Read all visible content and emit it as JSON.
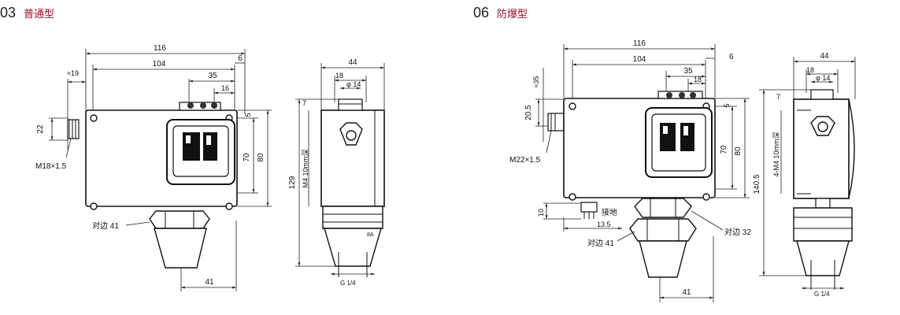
{
  "variants": [
    {
      "number": "03",
      "name": "普通型",
      "color": "#a0102a",
      "front_view": {
        "width_total": "116",
        "width_inner": "104",
        "offset_right": "6",
        "knob_span": "35",
        "knob_small": "16",
        "left_offset": "≈19",
        "port_height": "22",
        "thread": "M18×1.5",
        "height_inner": "70",
        "height_total": "80",
        "top_small": "5",
        "hex_label": "对边 41",
        "bottom_width": "41"
      },
      "side_view": {
        "width": "44",
        "dia_outer": "18",
        "dia_inner": "φ 14",
        "top": "7",
        "total_height": "129",
        "screw": "M4 10mm深",
        "thread": "G 1/4",
        "mark": "8A"
      }
    },
    {
      "number": "06",
      "name": "防爆型",
      "color": "#a0102a",
      "front_view": {
        "width_total": "116",
        "width_inner": "104",
        "offset_right": "6",
        "knob_span": "35",
        "knob_small": "18",
        "left_offset": "≈35",
        "port_height": "20.5",
        "thread": "M22×1.5",
        "height_inner": "70",
        "height_total": "80",
        "top_small": "5",
        "ground_label": "接地",
        "ground_h": "10",
        "ground_w": "13.5",
        "hex_label_1": "对边 41",
        "hex_label_2": "对边 32",
        "bottom_width": "41"
      },
      "side_view": {
        "width": "44",
        "dia_outer": "18",
        "dia_inner": "φ 14",
        "top": "7",
        "total_height": "140.5",
        "screw": "4-M4 10mm深",
        "thread": "G 1/4"
      }
    }
  ]
}
